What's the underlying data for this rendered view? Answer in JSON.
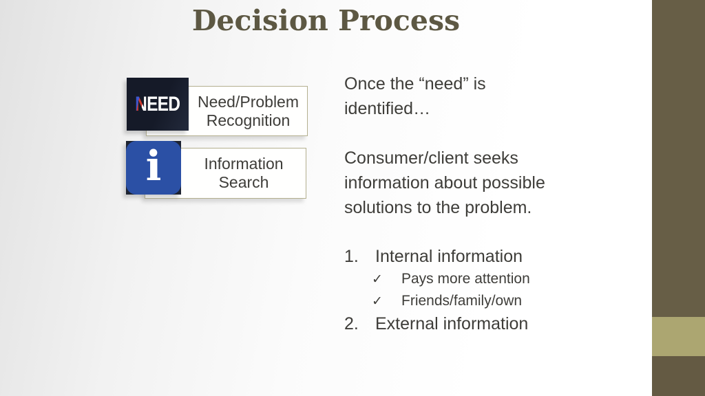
{
  "slide": {
    "title": "Decision Process",
    "colors": {
      "accent_bar": "#675e46",
      "accent_band": "#aca671",
      "title_text": "#5d5843",
      "body_text": "#3e3d39",
      "box_border": "#b3af8e",
      "need_logo_bg": "#151a28",
      "need_n_blue": "#3f57cf",
      "need_n_red": "#cf382b",
      "info_icon_blue": "#2b50a5"
    },
    "flow": {
      "steps": [
        {
          "icon": "need-logo-icon",
          "icon_text_n": "N",
          "icon_text_rest": "EED",
          "label_line1": "Need/Problem",
          "label_line2": "Recognition"
        },
        {
          "icon": "info-icon",
          "icon_text": "i",
          "label_line1": "Information",
          "label_line2": "Search"
        }
      ]
    },
    "body": {
      "intro": [
        "Once the “need” is",
        "identified…"
      ],
      "para2": [
        "Consumer/client seeks",
        "information about possible",
        "solutions to the problem."
      ],
      "list": [
        {
          "marker": "1.",
          "text": "Internal information"
        },
        {
          "marker": "✓",
          "text": "Pays more attention"
        },
        {
          "marker": "✓",
          "text": "Friends/family/own"
        },
        {
          "marker": "2.",
          "text": "External information"
        }
      ]
    }
  }
}
